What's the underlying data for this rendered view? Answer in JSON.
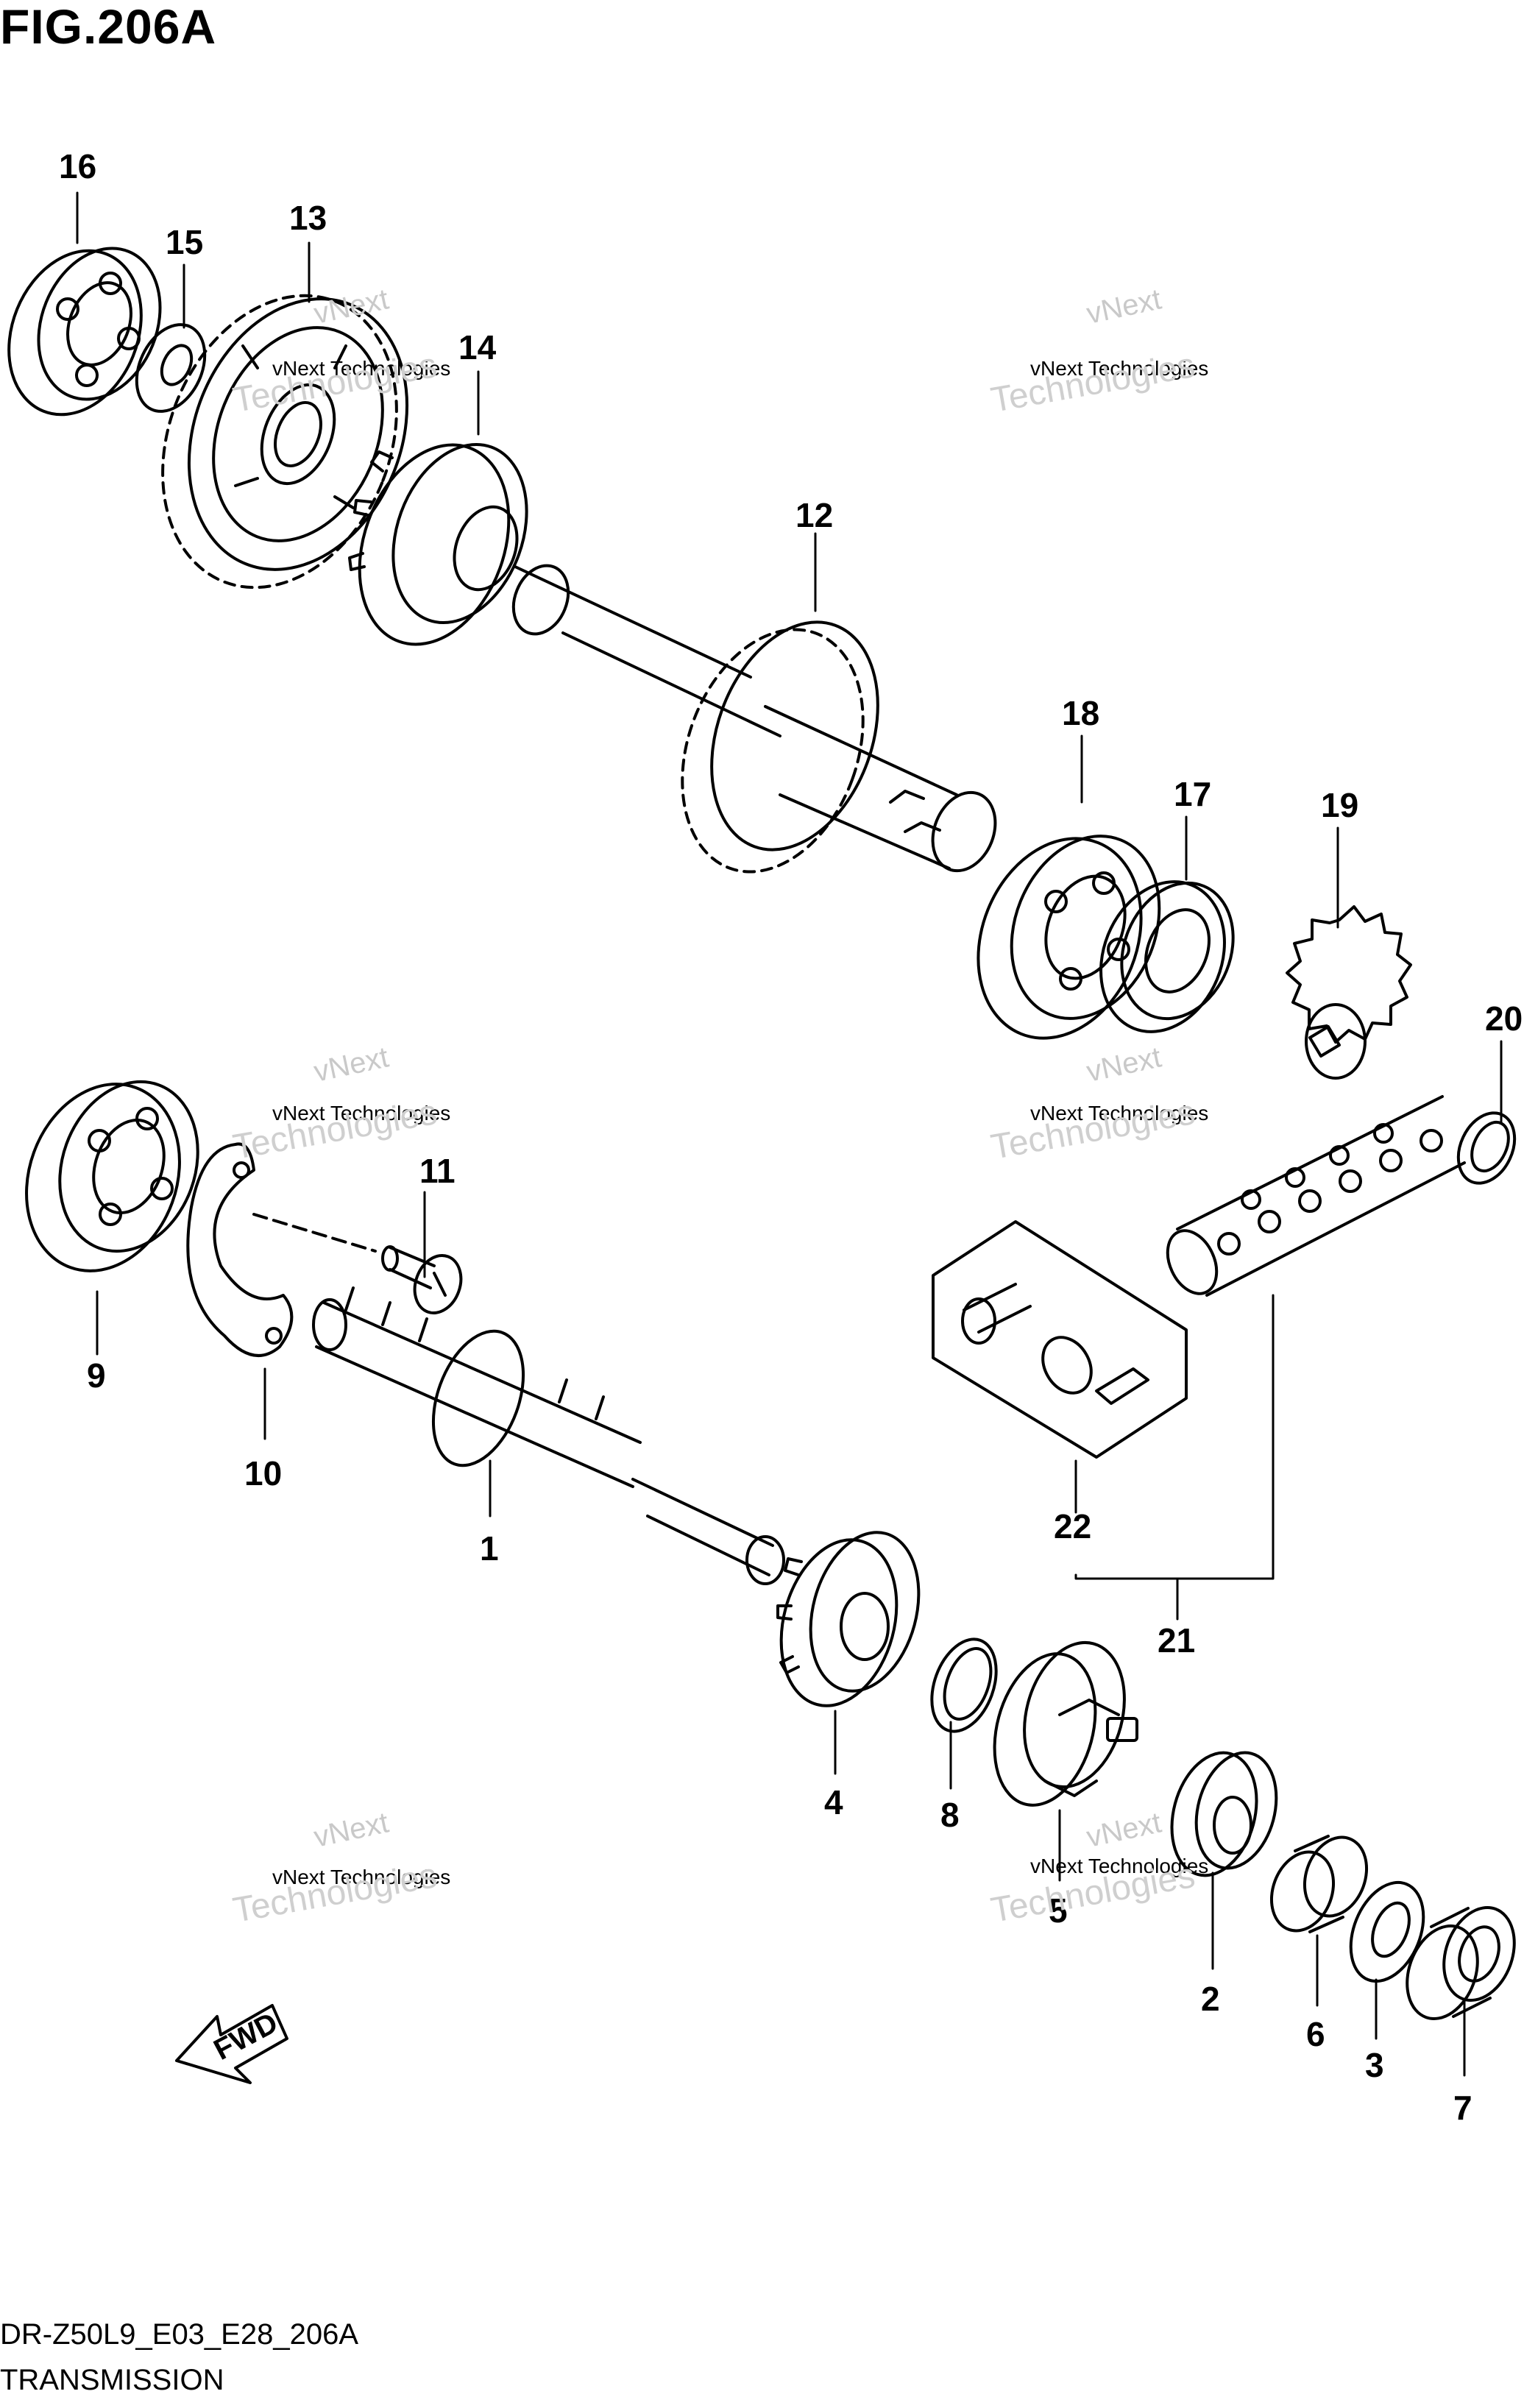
{
  "figure_title": "FIG.206A",
  "diagram_code": "DR-Z50L9_E03_E28_206A",
  "section_name": "TRANSMISSION",
  "fwd_label": "FWD",
  "watermark": {
    "line1": "vNext Technologies",
    "line2": "vNext",
    "line3": "Technologies"
  },
  "callouts": [
    "1",
    "2",
    "3",
    "4",
    "5",
    "6",
    "7",
    "8",
    "9",
    "10",
    "11",
    "12",
    "13",
    "14",
    "15",
    "16",
    "17",
    "18",
    "19",
    "20",
    "21",
    "22"
  ]
}
